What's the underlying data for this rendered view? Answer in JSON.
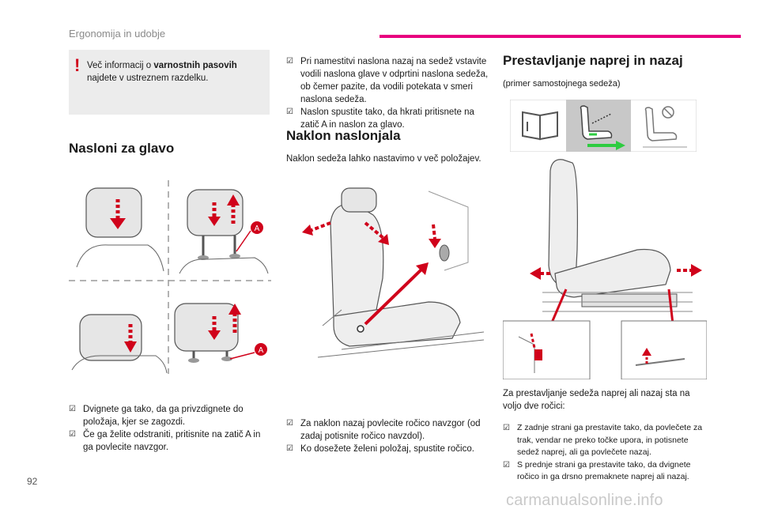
{
  "header": {
    "title": "Ergonomija in udobje",
    "accent_color": "#e8007f"
  },
  "page_number": "92",
  "note": {
    "mark": "!",
    "text_before": "Več informacij o ",
    "text_bold": "varnostnih pasovih",
    "text_after": " najdete v ustreznem razdelku."
  },
  "headrests": {
    "title": "Nasloni za glavo",
    "label_a": "A",
    "bullets": [
      "Dvignete ga tako, da ga privzdignete do položaja, kjer se zagozdi.",
      "Če ga želite odstraniti, pritisnite na zatič A in ga povlecite navzgor."
    ]
  },
  "recline": {
    "top_bullets": [
      "Pri namestitvi naslona nazaj na sedež vstavite vodili naslona glave v odprtini naslona sedeža, ob čemer pazite, da vodili potekata v smeri naslona sedeža.",
      "Naslon spustite tako, da hkrati pritisnete na zatič A in naslon za glavo."
    ],
    "title": "Naklon naslonjala",
    "intro": "Naklon sedeža lahko nastavimo v več položajev.",
    "bullets": [
      "Za naklon nazaj povlecite ročico navzgor (od zadaj potisnite ročico navzdol).",
      "Ko dosežete želeni položaj, spustite ročico."
    ]
  },
  "slide": {
    "title": "Prestavljanje naprej in nazaj",
    "example": "(primer samostojnega sedeža)",
    "intro": "Za prestavljanje sedeža naprej ali nazaj sta na voljo dve ročici:",
    "bullets": [
      "Z zadnje strani ga prestavite tako, da povlečete za trak, vendar ne preko točke upora, in potisnete sedež naprej, ali ga povlečete nazaj.",
      "S prednje strani ga prestavite tako, da dvignete ročico in ga drsno premaknete naprej ali nazaj."
    ]
  },
  "icons": [
    "book-icon",
    "seat-adjust-icon",
    "seat-warning-icon"
  ],
  "watermark": "carmanualsonline.info",
  "colors": {
    "arrow_red": "#d0021b",
    "arrow_green": "#2ecc40",
    "note_bg": "#ececec"
  }
}
